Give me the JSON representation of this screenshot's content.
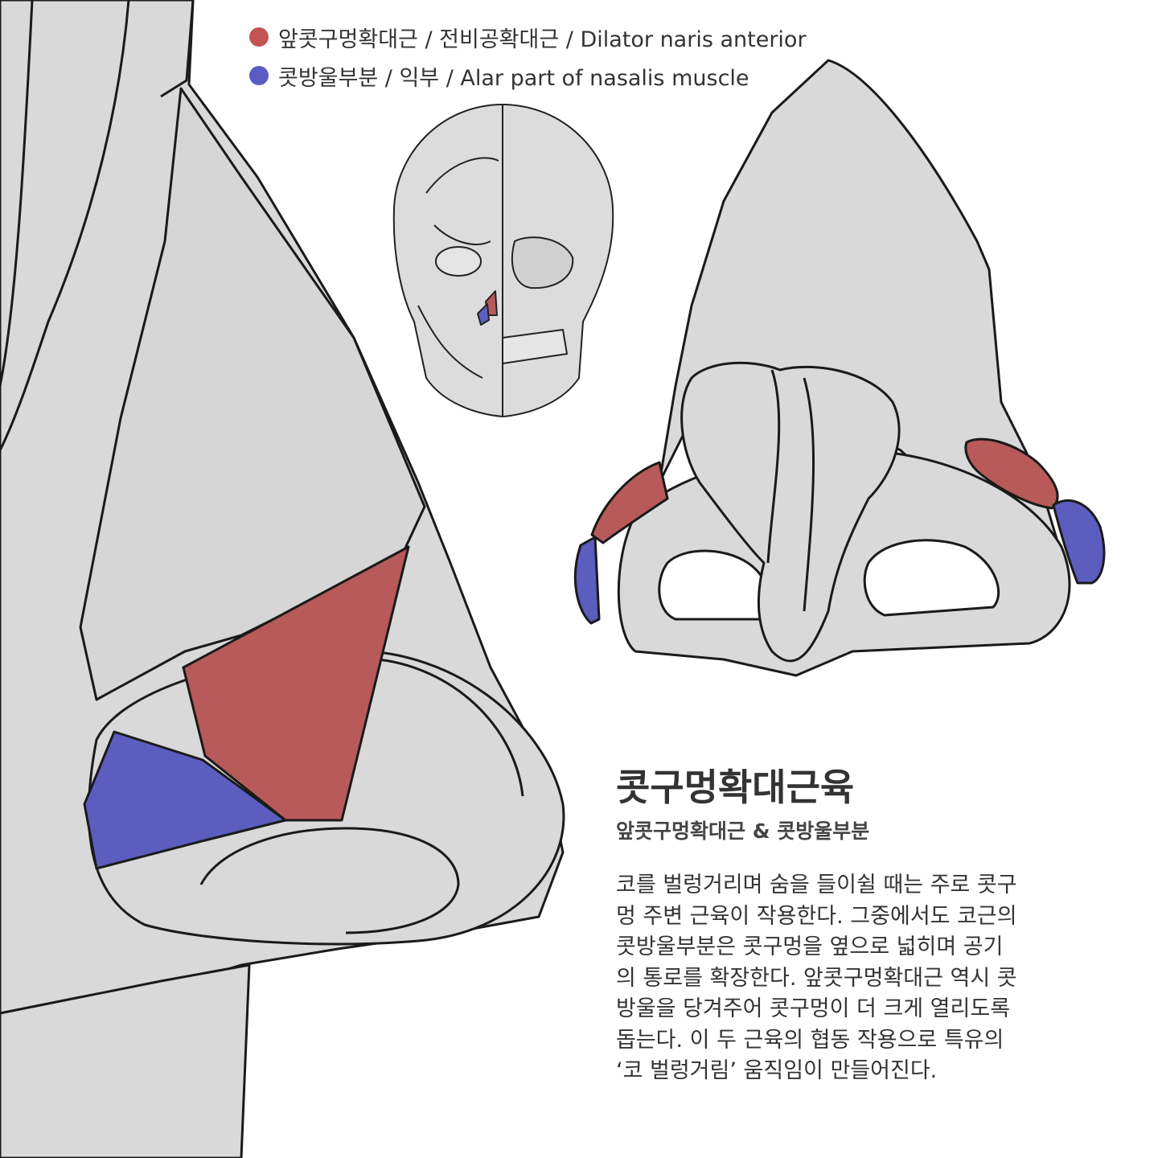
{
  "colors": {
    "dilator_red": "#b85a5a",
    "alar_blue": "#5b5dbf",
    "skin_gray": "#d9d9d9",
    "outline": "#1a1a1a"
  },
  "legend": [
    {
      "color": "#c25454",
      "label": "앞콧구멍확대근 / 전비공확대근 / Dilator naris anterior"
    },
    {
      "color": "#5a5cc2",
      "label": "콧방울부분 / 익부 / Alar part of nasalis muscle"
    }
  ],
  "title": "콧구멍확대근육",
  "subtitle": "앞콧구멍확대근 & 콧방울부분",
  "body_lines": [
    "코를 벌렁거리며 숨을 들이쉴 때는 주로 콧구",
    "멍 주변 근육이 작용한다. 그중에서도 코근의",
    "콧방울부분은 콧구멍을 옆으로 넓히며 공기",
    "의 통로를 확장한다. 앞콧구멍확대근 역시 콧",
    "방울을 당겨주어 콧구멍이 더 크게 열리도록",
    "돕는다. 이 두 근육의 협동 작용으로 특유의",
    "‘코 벌렁거림’ 움직임이 만들어진다."
  ]
}
